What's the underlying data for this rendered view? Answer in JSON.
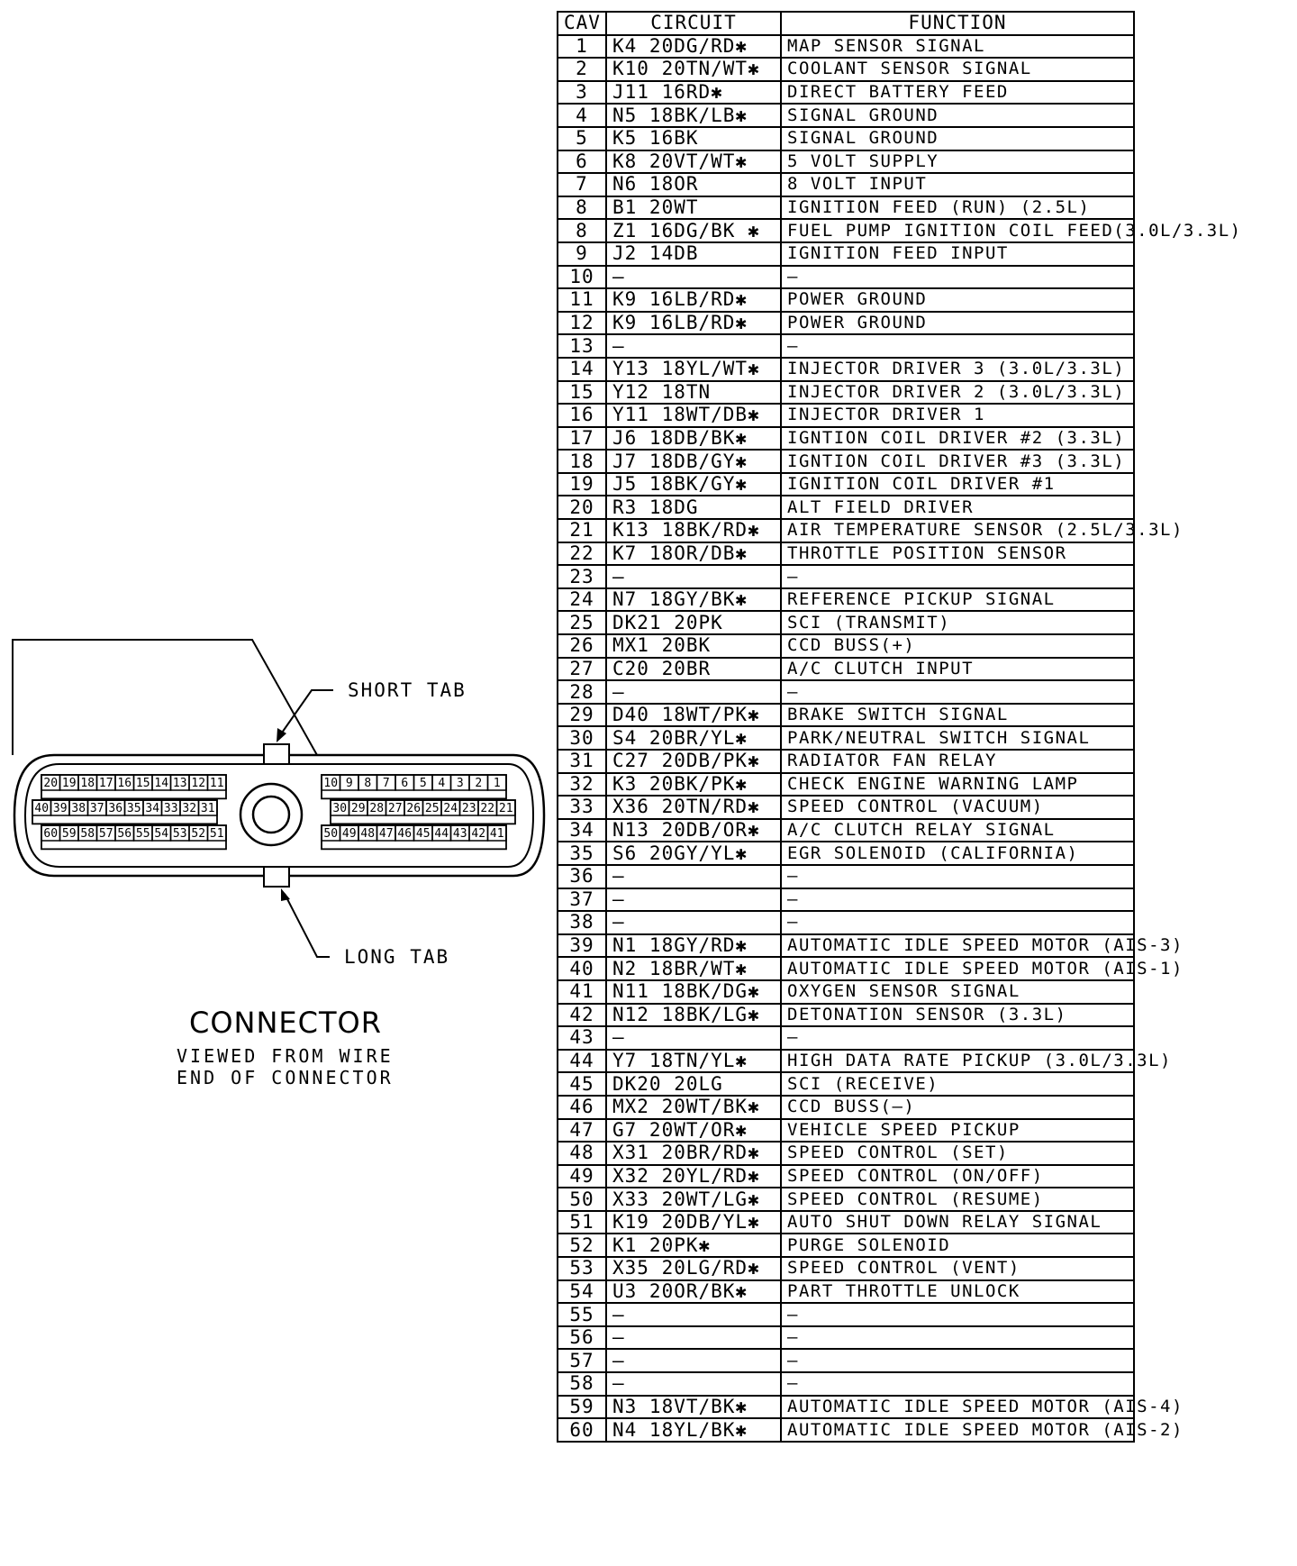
{
  "table": {
    "headers": {
      "cav": "CAV",
      "circuit": "CIRCUIT",
      "function": "FUNCTION"
    },
    "rows": [
      {
        "cav": "1",
        "circuit": "K4 20DG/RD✱",
        "function": "MAP SENSOR SIGNAL"
      },
      {
        "cav": "2",
        "circuit": "K10 20TN/WT✱",
        "function": "COOLANT SENSOR SIGNAL"
      },
      {
        "cav": "3",
        "circuit": "J11 16RD✱",
        "function": "DIRECT BATTERY FEED"
      },
      {
        "cav": "4",
        "circuit": "N5 18BK/LB✱",
        "function": "SIGNAL GROUND"
      },
      {
        "cav": "5",
        "circuit": "K5 16BK",
        "function": "SIGNAL GROUND"
      },
      {
        "cav": "6",
        "circuit": "K8 20VT/WT✱",
        "function": "5 VOLT SUPPLY"
      },
      {
        "cav": "7",
        "circuit": "N6 18OR",
        "function": "8 VOLT INPUT"
      },
      {
        "cav": "8",
        "circuit": "B1 20WT",
        "function": "IGNITION FEED (RUN) (2.5L)"
      },
      {
        "cav": "8",
        "circuit": "Z1 16DG/BK ✱",
        "function": "FUEL PUMP IGNITION COIL FEED(3.0L/3.3L)"
      },
      {
        "cav": "9",
        "circuit": "J2 14DB",
        "function": "IGNITION FEED INPUT"
      },
      {
        "cav": "10",
        "circuit": "—",
        "function": "—"
      },
      {
        "cav": "11",
        "circuit": "K9 16LB/RD✱",
        "function": "POWER GROUND"
      },
      {
        "cav": "12",
        "circuit": "K9 16LB/RD✱",
        "function": "POWER GROUND"
      },
      {
        "cav": "13",
        "circuit": "—",
        "function": "—"
      },
      {
        "cav": "14",
        "circuit": "Y13 18YL/WT✱",
        "function": "INJECTOR DRIVER 3 (3.0L/3.3L)"
      },
      {
        "cav": "15",
        "circuit": "Y12 18TN",
        "function": "INJECTOR DRIVER 2 (3.0L/3.3L)"
      },
      {
        "cav": "16",
        "circuit": "Y11 18WT/DB✱",
        "function": "INJECTOR DRIVER 1"
      },
      {
        "cav": "17",
        "circuit": "J6 18DB/BK✱",
        "function": "IGNTION COIL DRIVER #2 (3.3L)"
      },
      {
        "cav": "18",
        "circuit": "J7 18DB/GY✱",
        "function": "IGNTION COIL DRIVER #3 (3.3L)"
      },
      {
        "cav": "19",
        "circuit": "J5 18BK/GY✱",
        "function": "IGNITION COIL DRIVER #1"
      },
      {
        "cav": "20",
        "circuit": "R3 18DG",
        "function": "ALT FIELD DRIVER"
      },
      {
        "cav": "21",
        "circuit": "K13 18BK/RD✱",
        "function": "AIR TEMPERATURE SENSOR (2.5L/3.3L)"
      },
      {
        "cav": "22",
        "circuit": "K7 18OR/DB✱",
        "function": "THROTTLE POSITION SENSOR"
      },
      {
        "cav": "23",
        "circuit": "—",
        "function": "—"
      },
      {
        "cav": "24",
        "circuit": "N7 18GY/BK✱",
        "function": "REFERENCE PICKUP SIGNAL"
      },
      {
        "cav": "25",
        "circuit": "DK21 20PK",
        "function": "SCI (TRANSMIT)"
      },
      {
        "cav": "26",
        "circuit": "MX1 20BK",
        "function": "CCD BUSS(+)"
      },
      {
        "cav": "27",
        "circuit": "C20 20BR",
        "function": "A/C CLUTCH INPUT"
      },
      {
        "cav": "28",
        "circuit": "—",
        "function": "—"
      },
      {
        "cav": "29",
        "circuit": "D40 18WT/PK✱",
        "function": "BRAKE SWITCH SIGNAL"
      },
      {
        "cav": "30",
        "circuit": "S4 20BR/YL✱",
        "function": "PARK/NEUTRAL SWITCH SIGNAL"
      },
      {
        "cav": "31",
        "circuit": "C27 20DB/PK✱",
        "function": "RADIATOR FAN RELAY"
      },
      {
        "cav": "32",
        "circuit": "K3 20BK/PK✱",
        "function": "CHECK ENGINE WARNING LAMP"
      },
      {
        "cav": "33",
        "circuit": "X36 20TN/RD✱",
        "function": "SPEED CONTROL (VACUUM)"
      },
      {
        "cav": "34",
        "circuit": "N13 20DB/OR✱",
        "function": "A/C CLUTCH RELAY SIGNAL"
      },
      {
        "cav": "35",
        "circuit": "S6 20GY/YL✱",
        "function": "EGR SOLENOID (CALIFORNIA)"
      },
      {
        "cav": "36",
        "circuit": "—",
        "function": "—"
      },
      {
        "cav": "37",
        "circuit": "—",
        "function": "—"
      },
      {
        "cav": "38",
        "circuit": "—",
        "function": "—"
      },
      {
        "cav": "39",
        "circuit": "N1 18GY/RD✱",
        "function": "AUTOMATIC IDLE SPEED MOTOR (AIS-3)"
      },
      {
        "cav": "40",
        "circuit": "N2 18BR/WT✱",
        "function": "AUTOMATIC IDLE SPEED MOTOR (AIS-1)"
      },
      {
        "cav": "41",
        "circuit": "N11 18BK/DG✱",
        "function": "OXYGEN SENSOR SIGNAL"
      },
      {
        "cav": "42",
        "circuit": "N12 18BK/LG✱",
        "function": "DETONATION SENSOR (3.3L)"
      },
      {
        "cav": "43",
        "circuit": "—",
        "function": "—"
      },
      {
        "cav": "44",
        "circuit": "Y7 18TN/YL✱",
        "function": "HIGH DATA RATE PICKUP (3.0L/3.3L)"
      },
      {
        "cav": "45",
        "circuit": "DK20 20LG",
        "function": "SCI (RECEIVE)"
      },
      {
        "cav": "46",
        "circuit": "MX2 20WT/BK✱",
        "function": "CCD BUSS(—)"
      },
      {
        "cav": "47",
        "circuit": "G7 20WT/OR✱",
        "function": "VEHICLE SPEED PICKUP"
      },
      {
        "cav": "48",
        "circuit": "X31 20BR/RD✱",
        "function": "SPEED CONTROL (SET)"
      },
      {
        "cav": "49",
        "circuit": "X32 20YL/RD✱",
        "function": "SPEED CONTROL (ON/OFF)"
      },
      {
        "cav": "50",
        "circuit": "X33 20WT/LG✱",
        "function": "SPEED CONTROL (RESUME)"
      },
      {
        "cav": "51",
        "circuit": "K19 20DB/YL✱",
        "function": "AUTO SHUT DOWN RELAY SIGNAL"
      },
      {
        "cav": "52",
        "circuit": "K1 20PK✱",
        "function": "PURGE SOLENOID"
      },
      {
        "cav": "53",
        "circuit": "X35 20LG/RD✱",
        "function": "SPEED CONTROL (VENT)"
      },
      {
        "cav": "54",
        "circuit": "U3 20OR/BK✱",
        "function": "PART THROTTLE UNLOCK"
      },
      {
        "cav": "55",
        "circuit": "—",
        "function": "—"
      },
      {
        "cav": "56",
        "circuit": "—",
        "function": "—"
      },
      {
        "cav": "57",
        "circuit": "—",
        "function": "—"
      },
      {
        "cav": "58",
        "circuit": "—",
        "function": "—"
      },
      {
        "cav": "59",
        "circuit": "N3 18VT/BK✱",
        "function": "AUTOMATIC IDLE SPEED MOTOR (AIS-4)"
      },
      {
        "cav": "60",
        "circuit": "N4 18YL/BK✱",
        "function": "AUTOMATIC IDLE SPEED MOTOR (AIS-2)"
      }
    ]
  },
  "connector": {
    "short_tab": "SHORT TAB",
    "long_tab": "LONG TAB",
    "caption": "CONNECTOR",
    "sub_caption_1": "VIEWED FROM WIRE",
    "sub_caption_2": "END OF CONNECTOR",
    "pin_rows": [
      [
        "20",
        "19",
        "18",
        "17",
        "16",
        "15",
        "14",
        "13",
        "12",
        "11"
      ],
      [
        "40",
        "39",
        "38",
        "37",
        "36",
        "35",
        "34",
        "33",
        "32",
        "31"
      ],
      [
        "60",
        "59",
        "58",
        "57",
        "56",
        "55",
        "54",
        "53",
        "52",
        "51"
      ],
      [
        "10",
        "9",
        "8",
        "7",
        "6",
        "5",
        "4",
        "3",
        "2",
        "1"
      ],
      [
        "30",
        "29",
        "28",
        "27",
        "26",
        "25",
        "24",
        "23",
        "22",
        "21"
      ],
      [
        "50",
        "49",
        "48",
        "47",
        "46",
        "45",
        "44",
        "43",
        "42",
        "41"
      ]
    ]
  }
}
